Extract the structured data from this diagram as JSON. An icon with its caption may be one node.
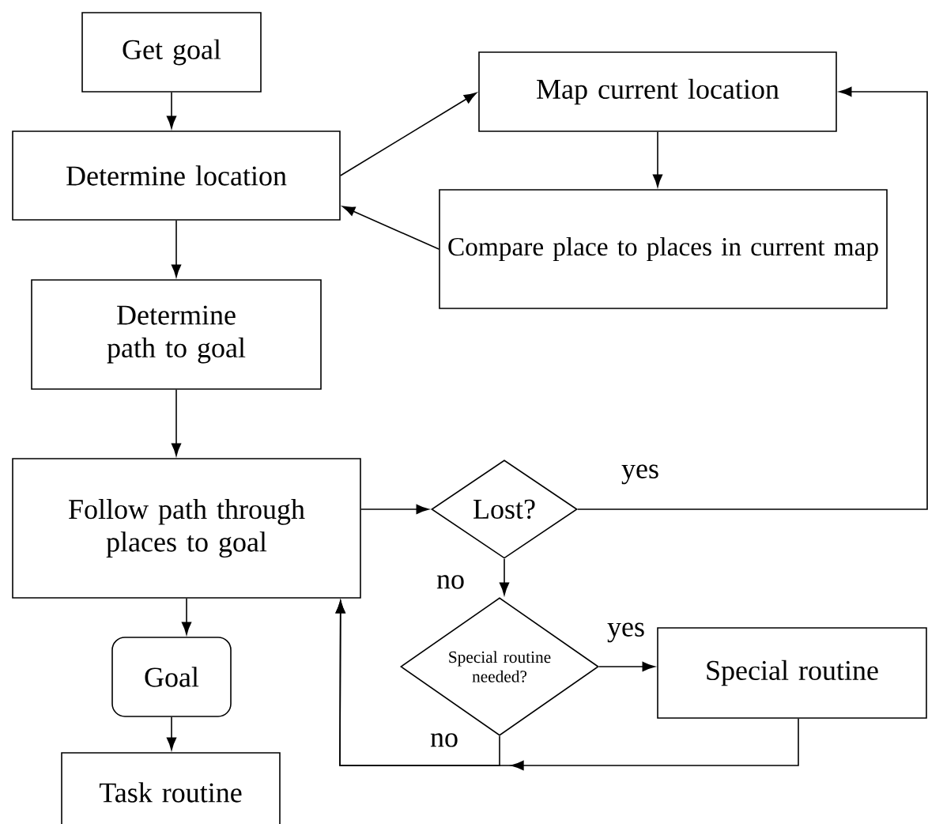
{
  "diagram": {
    "nodes": [
      {
        "text": [
          "Get goal"
        ]
      },
      {
        "text": [
          "Determine location"
        ]
      },
      {
        "text": [
          "Map current location"
        ]
      },
      {
        "text": [
          "Compare place to places in current map"
        ]
      },
      {
        "text": [
          "Determine path to goal"
        ]
      },
      {
        "text": [
          "Follow path through places to goal"
        ]
      },
      {
        "text": [
          "Lost?"
        ]
      },
      {
        "text": [
          "Special routine needed?"
        ]
      },
      {
        "text": [
          "Special routine"
        ]
      },
      {
        "text": [
          "Goal"
        ]
      },
      {
        "text": [
          "Task routine"
        ]
      }
    ],
    "edges": [
      {
        "from": 0,
        "to": 1,
        "arrow": "to"
      },
      {
        "from": 1,
        "to": 2,
        "arrow": "to"
      },
      {
        "from": 2,
        "to": 3,
        "arrow": "to"
      },
      {
        "from": 3,
        "to": 1,
        "arrow": "to"
      },
      {
        "from": 1,
        "to": 4,
        "arrow": "to"
      },
      {
        "from": 4,
        "to": 5,
        "arrow": "to"
      },
      {
        "from": 5,
        "to": 6,
        "arrow": "to"
      },
      {
        "from": 6,
        "to": 2,
        "arrow": "to",
        "label": "yes"
      },
      {
        "from": 6,
        "to": 7,
        "arrow": "to",
        "label": "no"
      },
      {
        "from": 7,
        "to": 8,
        "arrow": "to",
        "label": "yes"
      },
      {
        "from": 7,
        "to": 5,
        "arrow": "to",
        "label": "no"
      },
      {
        "from": 8,
        "to": 5,
        "arrow": "to"
      },
      {
        "from": 5,
        "to": 9,
        "arrow": "to"
      },
      {
        "from": 9,
        "to": 10,
        "arrow": "to"
      }
    ]
  }
}
